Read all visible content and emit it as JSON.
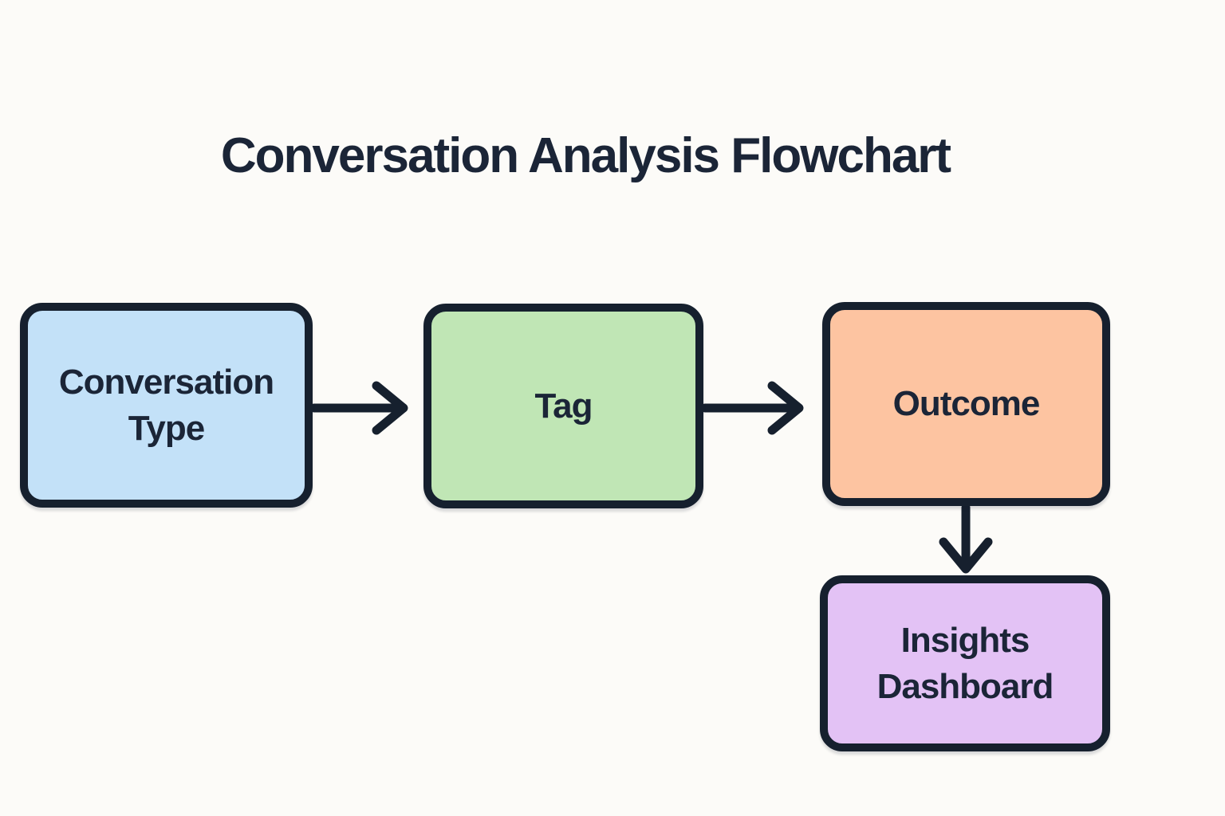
{
  "title": "Conversation Analysis Flowchart",
  "colors": {
    "background": "#FCFBF8",
    "stroke": "#16202E",
    "text": "#1B2537",
    "node_conversation_type_fill": "#C3E1F8",
    "node_tag_fill": "#C0E6B5",
    "node_outcome_fill": "#FDC4A1",
    "node_insights_dashboard_fill": "#E3C2F5"
  },
  "nodes": [
    {
      "id": "conversation-type",
      "label": "Conversation Type",
      "fill": "#C3E1F8"
    },
    {
      "id": "tag",
      "label": "Tag",
      "fill": "#C0E6B5"
    },
    {
      "id": "outcome",
      "label": "Outcome",
      "fill": "#FDC4A1"
    },
    {
      "id": "insights-dashboard",
      "label": "Insights Dashboard",
      "fill": "#E3C2F5"
    }
  ],
  "edges": [
    {
      "from": "conversation-type",
      "to": "tag",
      "direction": "right"
    },
    {
      "from": "tag",
      "to": "outcome",
      "direction": "right"
    },
    {
      "from": "outcome",
      "to": "insights-dashboard",
      "direction": "down"
    }
  ]
}
